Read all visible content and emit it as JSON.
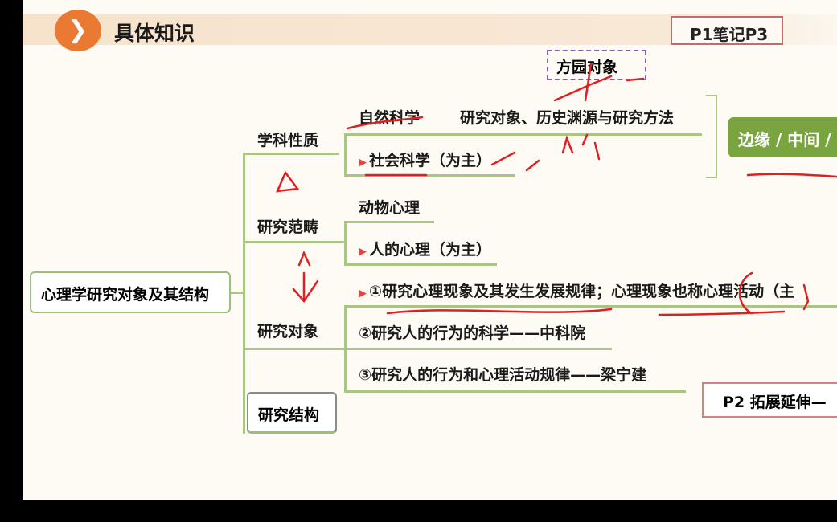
{
  "header": {
    "icon": "chevron-right-icon",
    "title": "具体知识",
    "badge": "P1笔记P3"
  },
  "annotation_box": "方园对象",
  "root": "心理学研究对象及其结构",
  "branches": {
    "xueke": {
      "label": "学科性质",
      "children": [
        "自然科学",
        "社会科学（为主）"
      ],
      "detail": "研究对象、历史渊源与研究方法",
      "summary": "边缘 / 中间 /"
    },
    "fanchou": {
      "label": "研究范畴",
      "children": [
        "动物心理",
        "人的心理（为主）"
      ]
    },
    "duixiang": {
      "label": "研究对象",
      "children": [
        "①研究心理现象及其发生发展规律；心理现象也称心理活动（主",
        "②研究人的行为的科学——中科院",
        "③研究人的行为和心理活动规律——梁宁建"
      ]
    },
    "jiegou": {
      "label": "研究结构"
    }
  },
  "next_box": "P2 拓展延伸—",
  "colors": {
    "accent": "#ea7a33",
    "branch": "#a9c782",
    "summary": "#79a440",
    "ink": "#e02020"
  }
}
